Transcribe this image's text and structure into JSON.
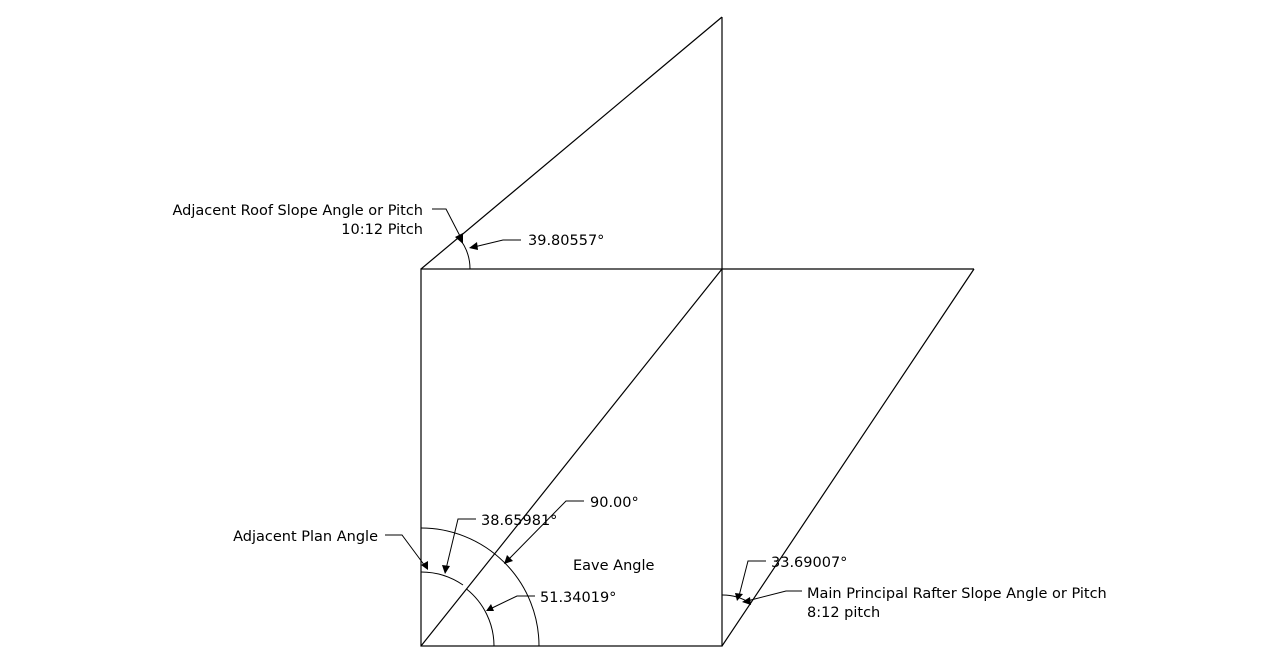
{
  "labels": {
    "adjacent_roof_slope_line1": "Adjacent Roof Slope Angle or Pitch",
    "adjacent_roof_slope_line2": "10:12 Pitch",
    "adjacent_roof_slope_angle": "39.80557°",
    "ninety_angle": "90.00°",
    "adjacent_plan_angle_value": "38.65981°",
    "adjacent_plan_angle_label": "Adjacent Plan Angle",
    "eave_angle_label": "Eave Angle",
    "eave_angle_value": "51.34019°",
    "main_rafter_angle": "33.69007°",
    "main_rafter_line1": "Main Principal Rafter Slope Angle or Pitch",
    "main_rafter_line2": "8:12 pitch"
  },
  "colors": {
    "line": "#000000",
    "background": "#ffffff"
  }
}
